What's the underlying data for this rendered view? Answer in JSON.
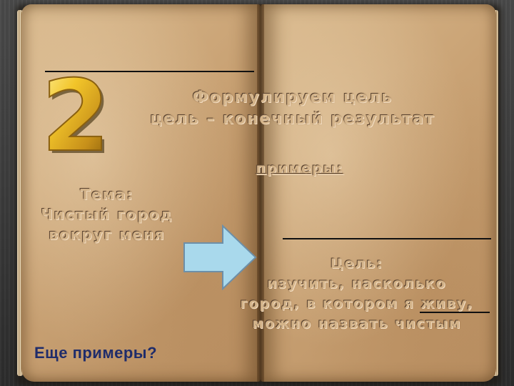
{
  "step_number": "2",
  "heading": {
    "line1": "Формулируем цель",
    "line2": "цель – конечный результат"
  },
  "examples_label": "примеры:",
  "topic": {
    "label": "Тема:",
    "line1": "Чистый город",
    "line2": "вокруг меня"
  },
  "goal": {
    "label": "Цель:",
    "line1": "изучить, насколько",
    "line2": "город, в котором я живу,",
    "line3": "можно назвать чистым"
  },
  "more_examples": "Еще примеры?",
  "colors": {
    "numeral_gold": "#e0b020",
    "arrow_fill": "#a9d9ec",
    "link_blue": "#1f2c6a"
  },
  "icons": [
    "right-arrow-icon"
  ]
}
